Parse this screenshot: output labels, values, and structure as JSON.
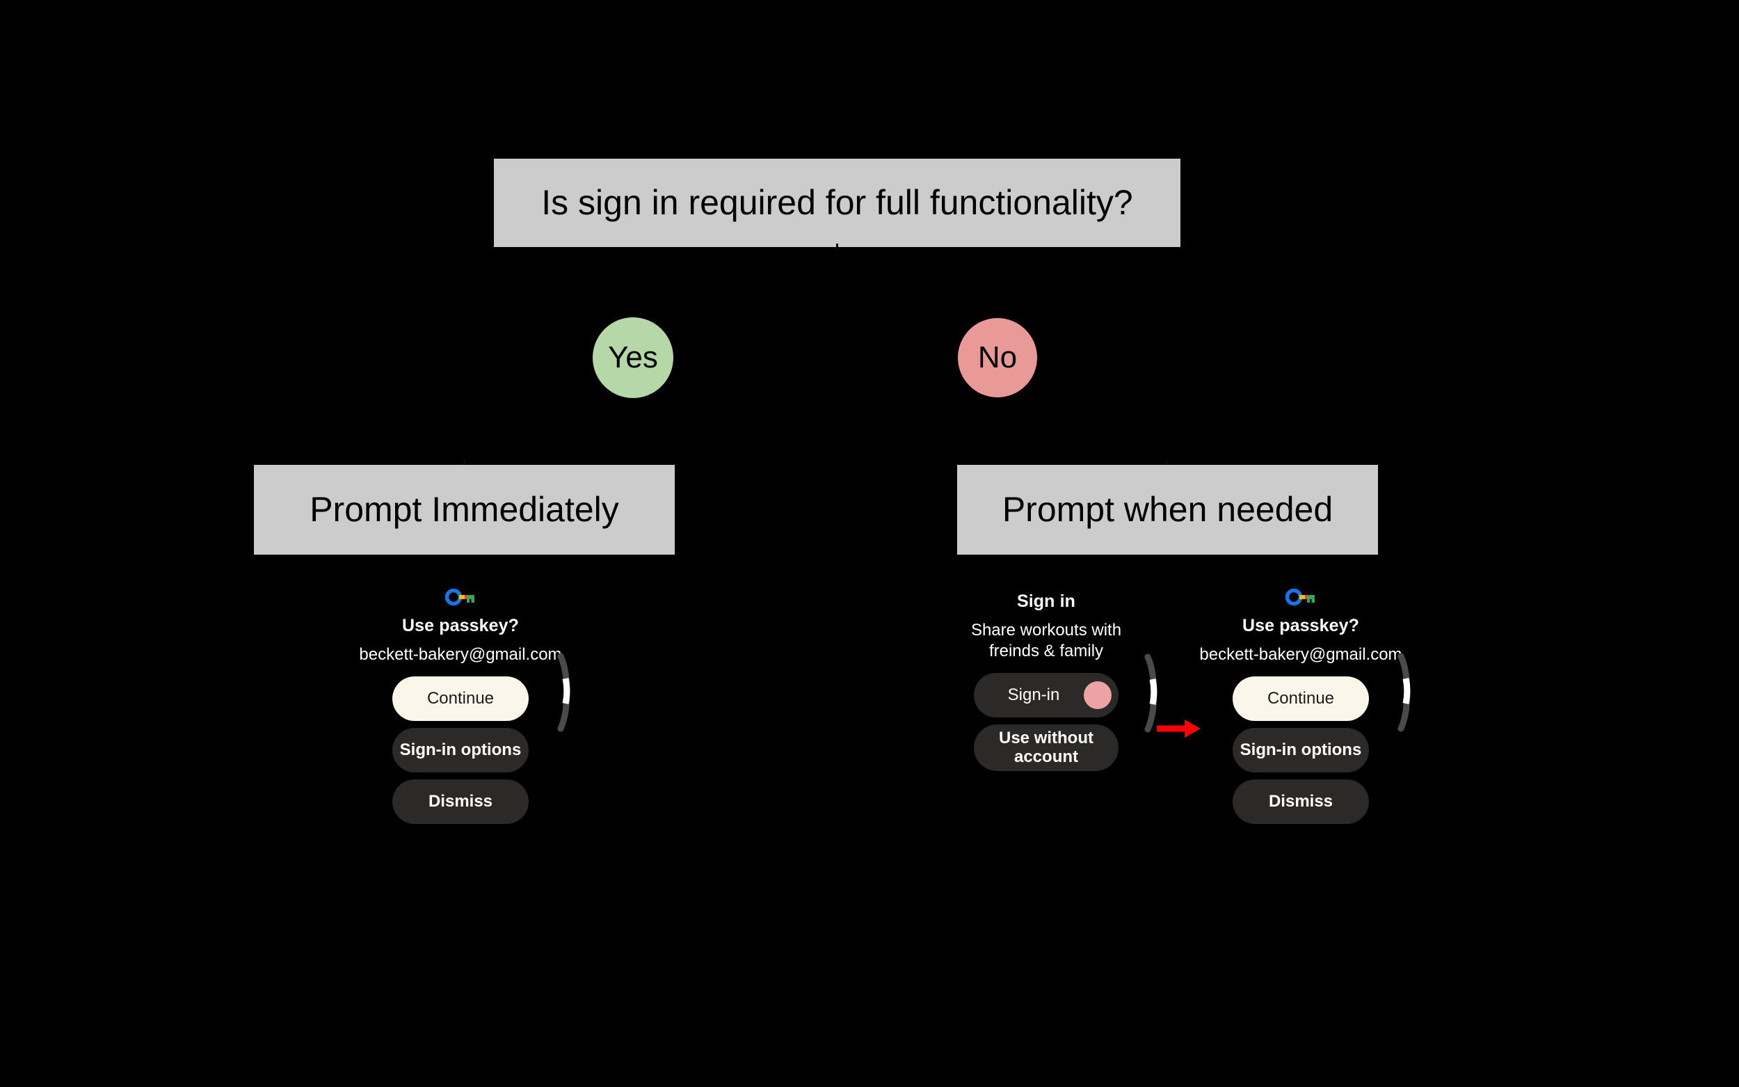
{
  "diagram": {
    "background_color": "#000000",
    "box_fill": "#cccccc",
    "question": {
      "label": "Is sign in required for full functionality?"
    },
    "branches": [
      {
        "label": "Yes",
        "color": "#b6d7a8"
      },
      {
        "label": "No",
        "color": "#ea9999"
      }
    ],
    "outcomes": [
      {
        "label": "Prompt Immediately"
      },
      {
        "label": "Prompt when needed"
      }
    ],
    "annotation": {
      "arrow_color": "#ff0000",
      "name": "red-arrow"
    }
  },
  "passkey_dialog_left": {
    "icon": "google-passkey-icon",
    "title": "Use passkey?",
    "subtitle": "beckett-bakery@gmail.com",
    "buttons": [
      {
        "label": "Continue",
        "style": "primary"
      },
      {
        "label": "Sign-in options",
        "style": "secondary"
      },
      {
        "label": "Dismiss",
        "style": "secondary"
      }
    ],
    "scrollbar": "circular-scroll-indicator"
  },
  "signin_dialog": {
    "title": "Sign in",
    "subtitle": "Share workouts with freinds & family",
    "buttons": [
      {
        "label": "Sign-in",
        "style": "plain"
      },
      {
        "label": "Use without account",
        "style": "secondary"
      }
    ],
    "tap_indicator": {
      "name": "tap-target-dot",
      "color": "#eda3a3"
    },
    "scrollbar": "circular-scroll-indicator"
  },
  "passkey_dialog_right": {
    "icon": "google-passkey-icon",
    "title": "Use passkey?",
    "subtitle": "beckett-bakery@gmail.com",
    "buttons": [
      {
        "label": "Continue",
        "style": "primary"
      },
      {
        "label": "Sign-in options",
        "style": "secondary"
      },
      {
        "label": "Dismiss",
        "style": "secondary"
      }
    ],
    "scrollbar": "circular-scroll-indicator"
  }
}
